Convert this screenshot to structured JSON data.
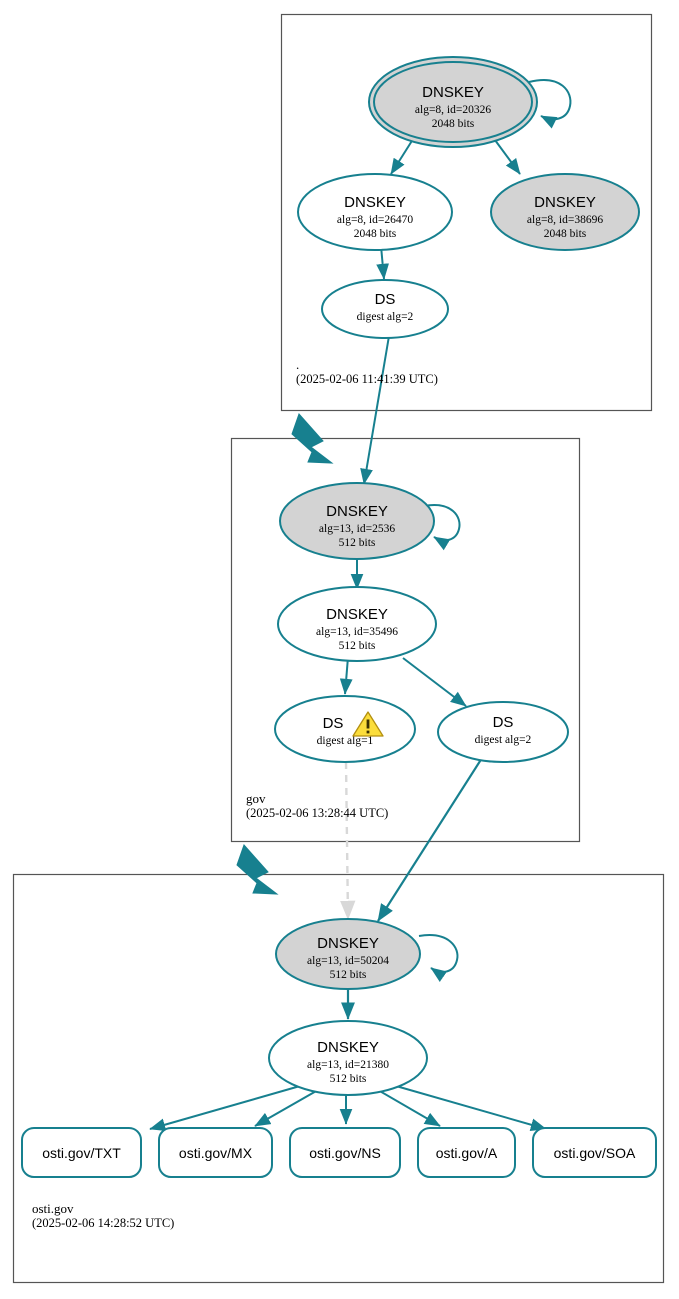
{
  "diagram": {
    "type": "dnssec-authentication-chain",
    "colors": {
      "edge_teal": "#17808f",
      "node_stroke": "#17808f",
      "secure_key_fill": "#d3d3d3",
      "plain_fill": "#ffffff",
      "cluster_border": "#555555",
      "insecure_edge": "#d8d8d8",
      "warning_yellow": "#fbdd3b"
    },
    "clusters": [
      {
        "id": "root",
        "name": ".",
        "timestamp": "(2025-02-06 11:41:39 UTC)"
      },
      {
        "id": "gov",
        "name": "gov",
        "timestamp": "(2025-02-06 13:28:44 UTC)"
      },
      {
        "id": "osti-gov",
        "name": "osti.gov",
        "timestamp": "(2025-02-06 14:28:52 UTC)"
      }
    ],
    "nodes": {
      "root_ksk": {
        "title": "DNSKEY",
        "line2": "alg=8, id=20326",
        "line3": "2048 bits",
        "shape": "doubleellipse",
        "fill": "#d3d3d3",
        "self_signed": true
      },
      "root_zsk_26470": {
        "title": "DNSKEY",
        "line2": "alg=8, id=26470",
        "line3": "2048 bits",
        "shape": "ellipse",
        "fill": "#ffffff",
        "self_signed": false
      },
      "root_key_38696": {
        "title": "DNSKEY",
        "line2": "alg=8, id=38696",
        "line3": "2048 bits",
        "shape": "ellipse",
        "fill": "#d3d3d3",
        "self_signed": false
      },
      "root_ds": {
        "title": "DS",
        "line2": "digest alg=2",
        "line3": "",
        "shape": "ellipse",
        "fill": "#ffffff",
        "self_signed": false
      },
      "gov_ksk": {
        "title": "DNSKEY",
        "line2": "alg=13, id=2536",
        "line3": "512 bits",
        "shape": "ellipse",
        "fill": "#d3d3d3",
        "self_signed": true
      },
      "gov_zsk": {
        "title": "DNSKEY",
        "line2": "alg=13, id=35496",
        "line3": "512 bits",
        "shape": "ellipse",
        "fill": "#ffffff",
        "self_signed": false
      },
      "gov_ds_alg1": {
        "title": "DS",
        "line2": "digest alg=1",
        "line3": "",
        "shape": "ellipse",
        "fill": "#ffffff",
        "warning": true,
        "warning_icon": "warning-triangle-icon"
      },
      "gov_ds_alg2": {
        "title": "DS",
        "line2": "digest alg=2",
        "line3": "",
        "shape": "ellipse",
        "fill": "#ffffff",
        "warning": false
      },
      "osti_ksk": {
        "title": "DNSKEY",
        "line2": "alg=13, id=50204",
        "line3": "512 bits",
        "shape": "ellipse",
        "fill": "#d3d3d3",
        "self_signed": true
      },
      "osti_zsk": {
        "title": "DNSKEY",
        "line2": "alg=13, id=21380",
        "line3": "512 bits",
        "shape": "ellipse",
        "fill": "#ffffff",
        "self_signed": false
      }
    },
    "rrsets": [
      {
        "label": "osti.gov/TXT"
      },
      {
        "label": "osti.gov/MX"
      },
      {
        "label": "osti.gov/NS"
      },
      {
        "label": "osti.gov/A"
      },
      {
        "label": "osti.gov/SOA"
      }
    ]
  }
}
